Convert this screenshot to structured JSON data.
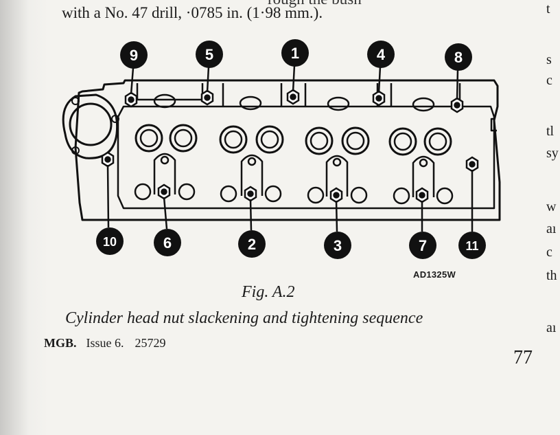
{
  "top_text": {
    "line": "with a No. 47 drill, ·0785 in. (1·98 mm.).",
    "cut_off_above": "rough the bush"
  },
  "diagram": {
    "labels_top": [
      "9",
      "5",
      "1",
      "4",
      "8"
    ],
    "labels_bottom": [
      "10",
      "6",
      "2",
      "3",
      "7",
      "11"
    ],
    "ref_code": "AD1325W",
    "colors": {
      "ink": "#111111",
      "paper": "#f4f3ef"
    }
  },
  "figure": {
    "label": "Fig. A.2",
    "caption": "Cylinder head nut slackening and tightening sequence"
  },
  "footer": {
    "model": "MGB.",
    "issue": "Issue 6.",
    "number": "25729"
  },
  "page_number": "77",
  "right_column_fragments": [
    "t",
    "s",
    "c",
    "tl",
    "sy",
    "w",
    "aı",
    "c",
    "th",
    "aı"
  ]
}
